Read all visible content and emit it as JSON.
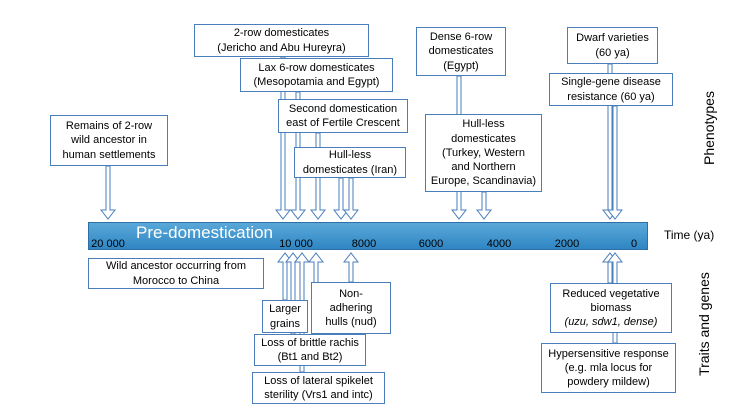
{
  "timeline": {
    "bar_label": "Pre-domestication",
    "axis_title": "Time (ya)",
    "ticks": [
      "20 000",
      "10 000",
      "8000",
      "6000",
      "4000",
      "2000",
      "0"
    ]
  },
  "side_labels": {
    "top": "Phenotypes",
    "bottom": "Traits and genes"
  },
  "phenotypes": {
    "wild_ancestor_remains": [
      "Remains of 2-row",
      "wild ancestor in",
      "human settlements"
    ],
    "two_row": [
      "2-row domesticates",
      "(Jericho and Abu Hureyra)"
    ],
    "lax_six_row": [
      "Lax 6-row domesticates",
      "(Mesopotamia and Egypt)"
    ],
    "second_domestication": [
      "Second domestication",
      "east of Fertile Crescent"
    ],
    "hull_less_iran": [
      "Hull-less",
      "domesticates (Iran)"
    ],
    "dense_six_row": [
      "Dense 6-row",
      "domesticates",
      "(Egypt)"
    ],
    "hull_less_europe": [
      "Hull-less",
      "domesticates",
      "(Turkey, Western",
      "and Northern",
      "Europe, Scandinavia)"
    ],
    "dwarf": [
      "Dwarf varieties",
      "(60 ya)"
    ],
    "single_gene": [
      "Single-gene disease",
      "resistance (60 ya)"
    ]
  },
  "traits": {
    "wild_ancestor_range": [
      "Wild ancestor occurring  from",
      "Morocco to China"
    ],
    "larger_grains": [
      "Larger",
      "grains"
    ],
    "non_adhering": [
      "Non-",
      "adhering",
      "hulls (nud)"
    ],
    "brittle_rachis": [
      "Loss of brittle rachis",
      "(Bt1 and Bt2)"
    ],
    "lateral_spikelet": [
      "Loss of lateral spikelet",
      "sterility (Vrs1 and intc)"
    ],
    "reduced_biomass": [
      "Reduced vegetative",
      "biomass",
      "(uzu, sdw1, dense)"
    ],
    "hypersensitive": [
      "Hypersensitive response",
      "(e.g. mla locus for",
      "powdery mildew)"
    ]
  },
  "colors": {
    "bar": "#3a8fcc",
    "box_border": "#4a7ebb",
    "arrow": "#4a7ebb"
  }
}
